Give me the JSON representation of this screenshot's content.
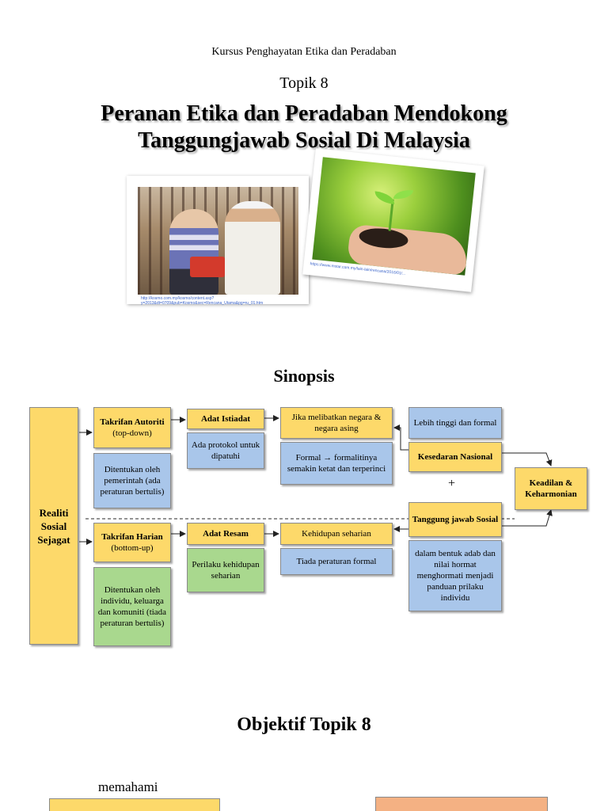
{
  "header": {
    "course": "Kursus Penghayatan Etika dan Peradaban",
    "topic": "Topik 8",
    "title_line1": "Peranan Etika dan Peradaban Mendokong",
    "title_line2": "Tanggungjawab Sosial Di Malaysia"
  },
  "photos": {
    "photo1_caption": "http://kosmo.com.my/kosmo/content.asp?y=2013&dt=0709&pub=Kosmo&sec=Rencana_Utama&pg=ru_01.htm",
    "photo2_caption": "https://www.mstar.com.my/lain-lain/rencana/2016/01/..."
  },
  "synopsis": {
    "heading": "Sinopsis",
    "realiti": "Realiti Sosial Sejagat",
    "takrifan_autoriti_title": "Takrifan Autoriti",
    "takrifan_autoriti_sub": "(top-down)",
    "takrifan_autoriti_desc": "Ditentukan oleh pemerintah (ada peraturan bertulis)",
    "adat_istiadat": "Adat Istiadat",
    "adat_istiadat_desc": "Ada protokol untuk dipatuhi",
    "negara": "Jika melibatkan negara & negara asing",
    "formal": "Formal → formalitinya semakin ketat dan terperinci",
    "lebih_tinggi": "Lebih tinggi dan formal",
    "kesedaran": "Kesedaran Nasional",
    "plus": "+",
    "keadilan": "Keadilan & Keharmonian",
    "takrifan_harian_title": "Takrifan Harian",
    "takrifan_harian_sub": "(bottom-up)",
    "takrifan_harian_desc": "Ditentukan oleh individu, keluarga dan komuniti (tiada peraturan bertulis)",
    "adat_resam": "Adat Resam",
    "adat_resam_desc": "Perilaku kehidupan seharian",
    "kehidupan": "Kehidupan seharian",
    "tiada": "Tiada peraturan formal",
    "tanggung_jawab": "Tanggung jawab Sosial",
    "adab": "dalam bentuk adab dan nilai hormat menghormati menjadi panduan prilaku individu"
  },
  "objectives": {
    "heading": "Objektif Topik 8",
    "memahami": "memahami"
  },
  "colors": {
    "yellow": "#fdd96a",
    "blue": "#a9c6ea",
    "green": "#a9d88e",
    "orange": "#f4b183"
  }
}
